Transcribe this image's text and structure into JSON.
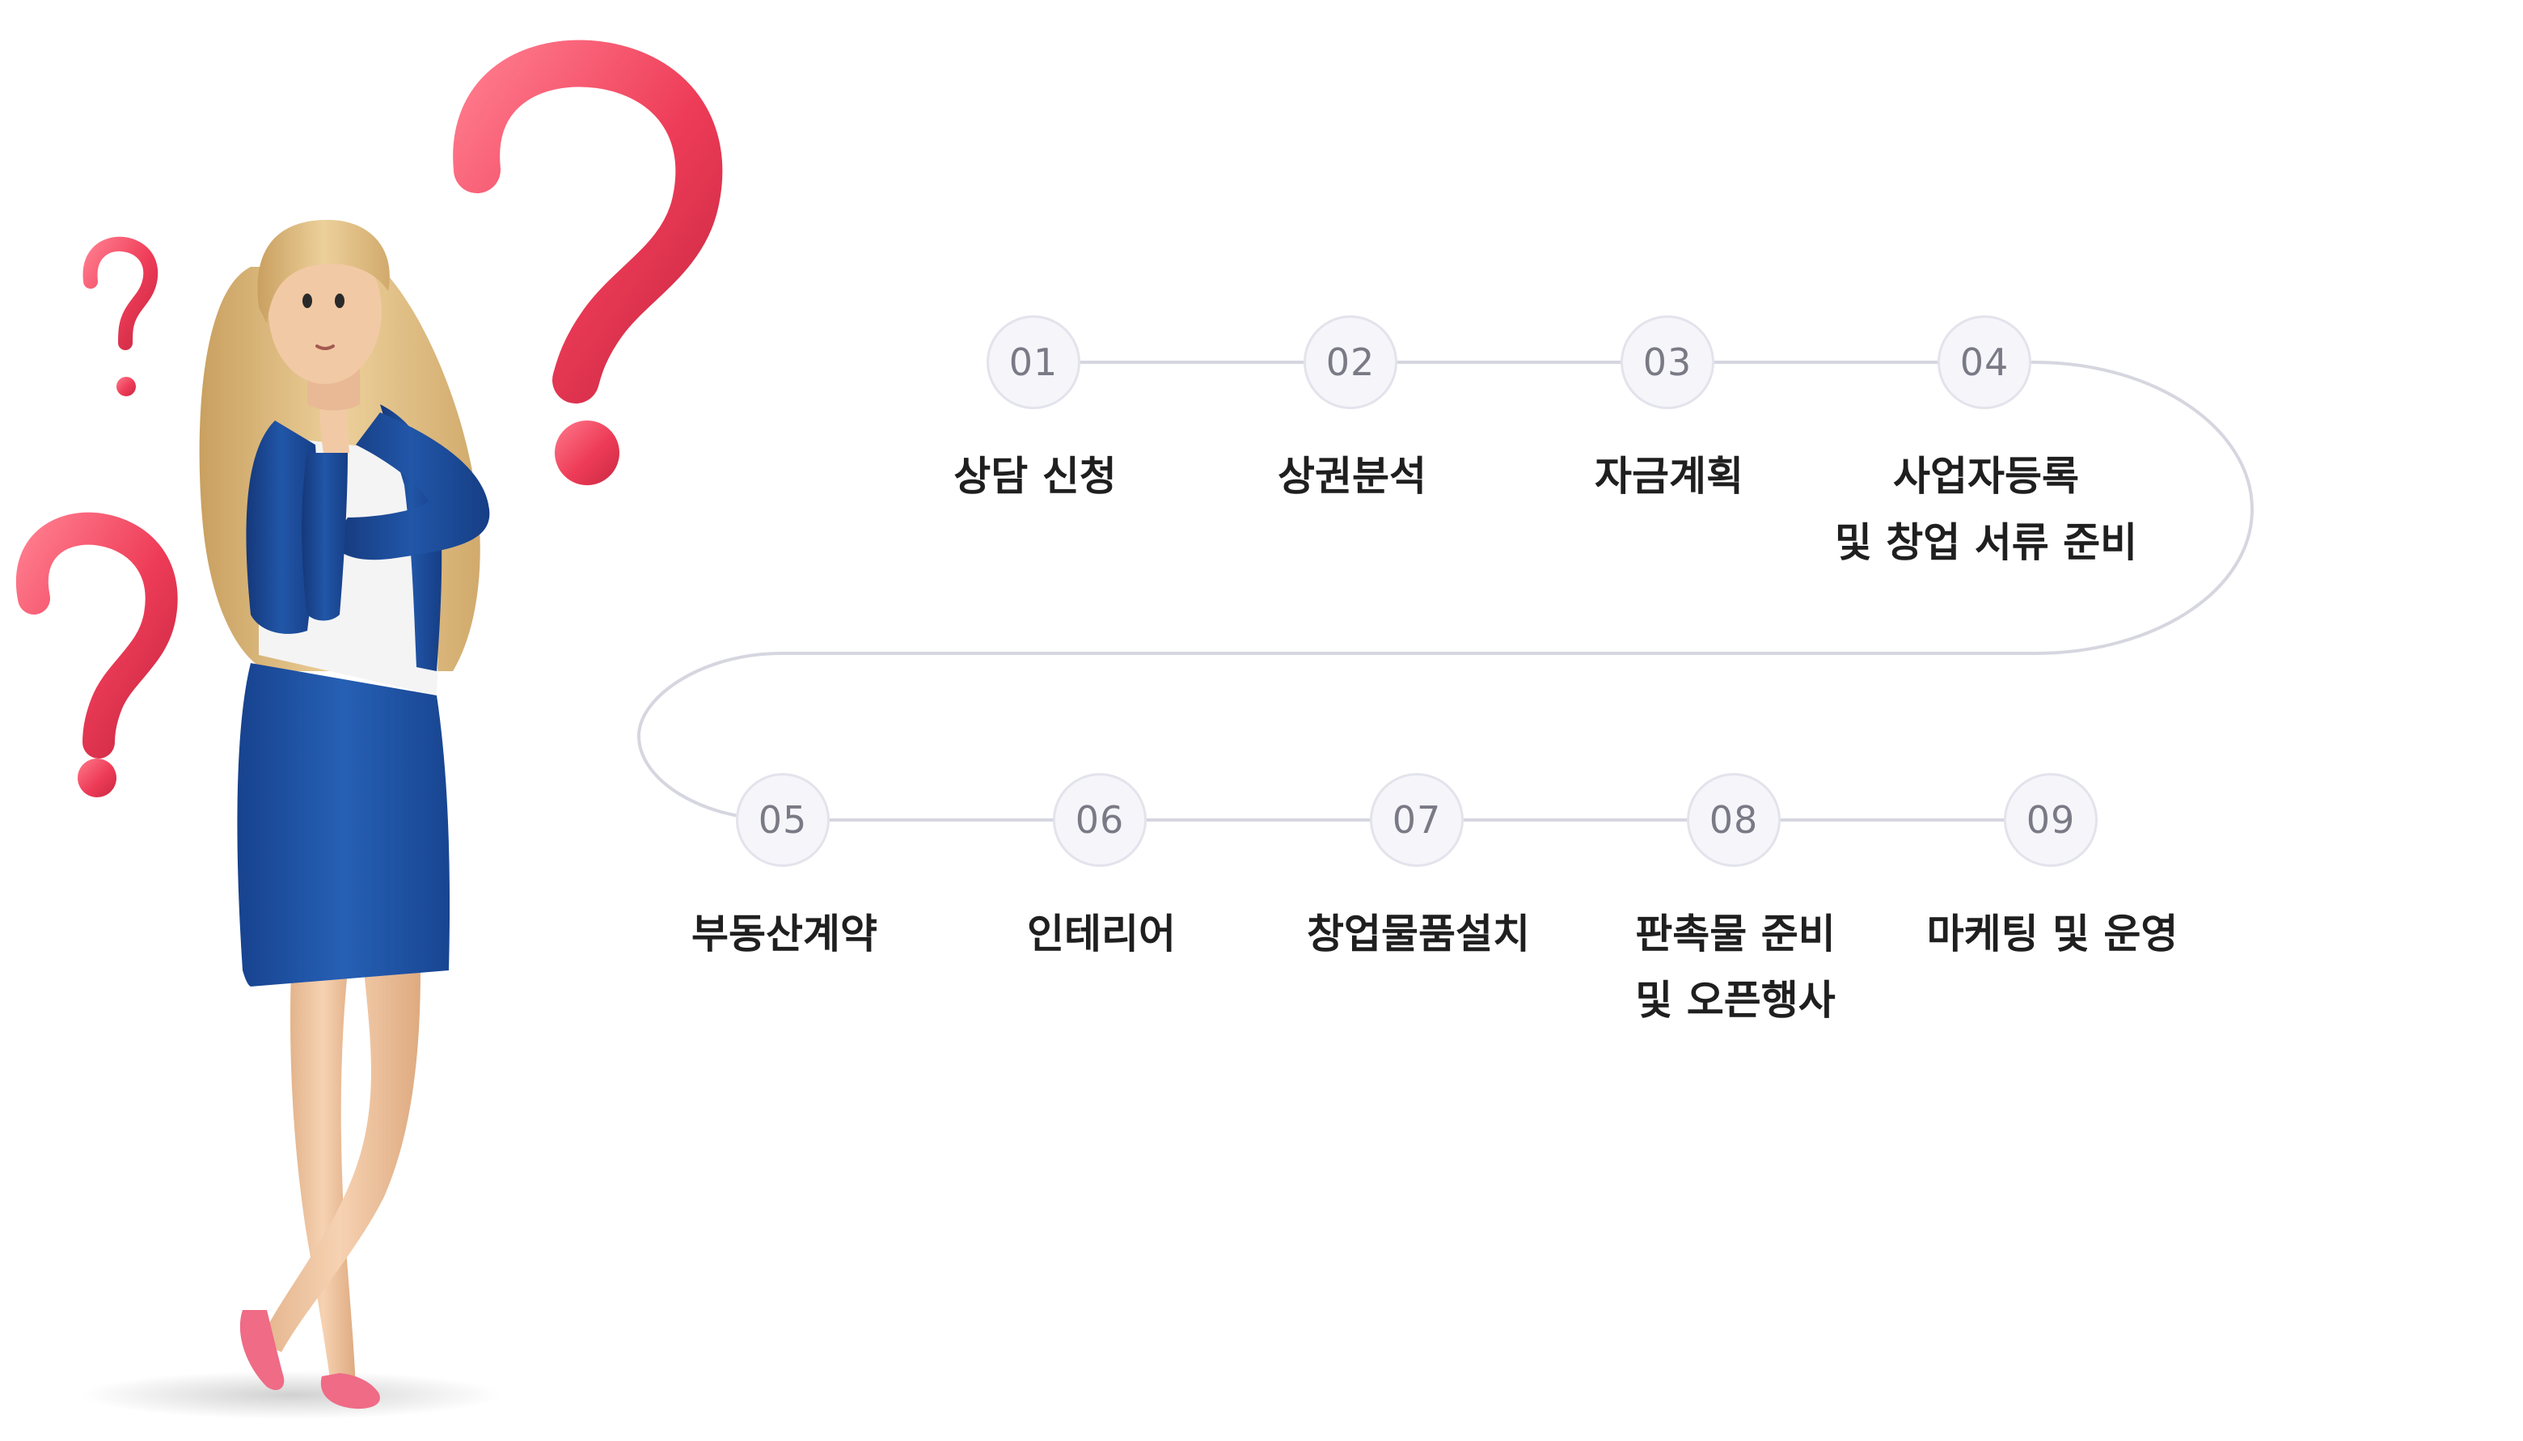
{
  "steps": [
    {
      "number": "01",
      "label_lines": [
        "상담 신청"
      ]
    },
    {
      "number": "02",
      "label_lines": [
        "상권분석"
      ]
    },
    {
      "number": "03",
      "label_lines": [
        "자금계획"
      ]
    },
    {
      "number": "04",
      "label_lines": [
        "사업자등록",
        "및 창업 서류 준비"
      ]
    },
    {
      "number": "05",
      "label_lines": [
        "부동산계약"
      ]
    },
    {
      "number": "06",
      "label_lines": [
        "인테리어"
      ]
    },
    {
      "number": "07",
      "label_lines": [
        "창업물품설치"
      ]
    },
    {
      "number": "08",
      "label_lines": [
        "판촉물 준비",
        "및 오픈행사"
      ]
    },
    {
      "number": "09",
      "label_lines": [
        "마케팅 및 운영"
      ]
    }
  ],
  "colors": {
    "track_line": "#d6d6e0",
    "circle_fill": "#f5f5fa",
    "circle_border": "#e3e3ec",
    "number_text": "#7a7a86",
    "label_text": "#1f1f1f",
    "question_mark": "#f0405c",
    "jacket": "#1e4d99",
    "hair": "#e2c184",
    "skin": "#f2c9a5",
    "shoes": "#ef6b86"
  },
  "illustration": {
    "subject": "thinking-businesswoman",
    "decorations": [
      "question-mark-icon",
      "question-mark-icon",
      "question-mark-icon"
    ]
  }
}
